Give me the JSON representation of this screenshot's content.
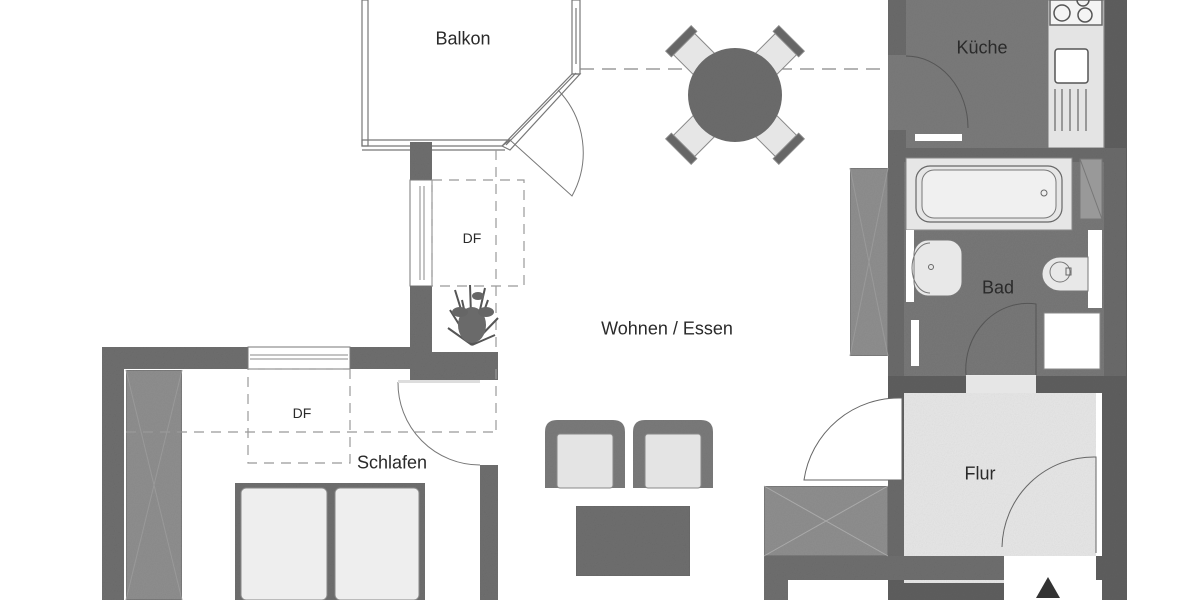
{
  "plan": {
    "rooms": {
      "balkon": "Balkon",
      "kueche": "Küche",
      "bad": "Bad",
      "wohnen": "Wohnen / Essen",
      "schlafen": "Schlafen",
      "flur": "Flur"
    },
    "annotations": {
      "df_wohnen": "DF",
      "df_schlafen": "DF"
    },
    "colors": {
      "wall": "#6e6e6e",
      "wall_dark": "#555555",
      "wet_floor": "#7a7a7a",
      "light_floor": "#e6e6e6",
      "cabinet": "#9a9a9a",
      "furniture_dark": "#707070",
      "line": "#555555",
      "text": "#2a2a2a"
    },
    "entrance_marker": "triangle-up"
  }
}
